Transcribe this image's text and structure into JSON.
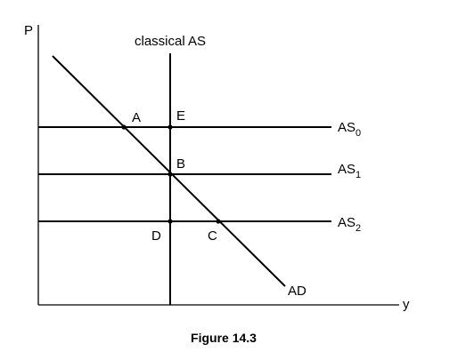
{
  "axes": {
    "y_label": "P",
    "x_label": "y"
  },
  "curves": {
    "classical_as": "classical AS",
    "as0": {
      "main": "AS",
      "sub": "0"
    },
    "as1": {
      "main": "AS",
      "sub": "1"
    },
    "as2": {
      "main": "AS",
      "sub": "2"
    },
    "ad": "AD"
  },
  "points": {
    "a": "A",
    "b": "B",
    "c": "C",
    "d": "D",
    "e": "E"
  },
  "caption": "Figure 14.3",
  "colors": {
    "ink": "#000000",
    "background": "#ffffff"
  }
}
